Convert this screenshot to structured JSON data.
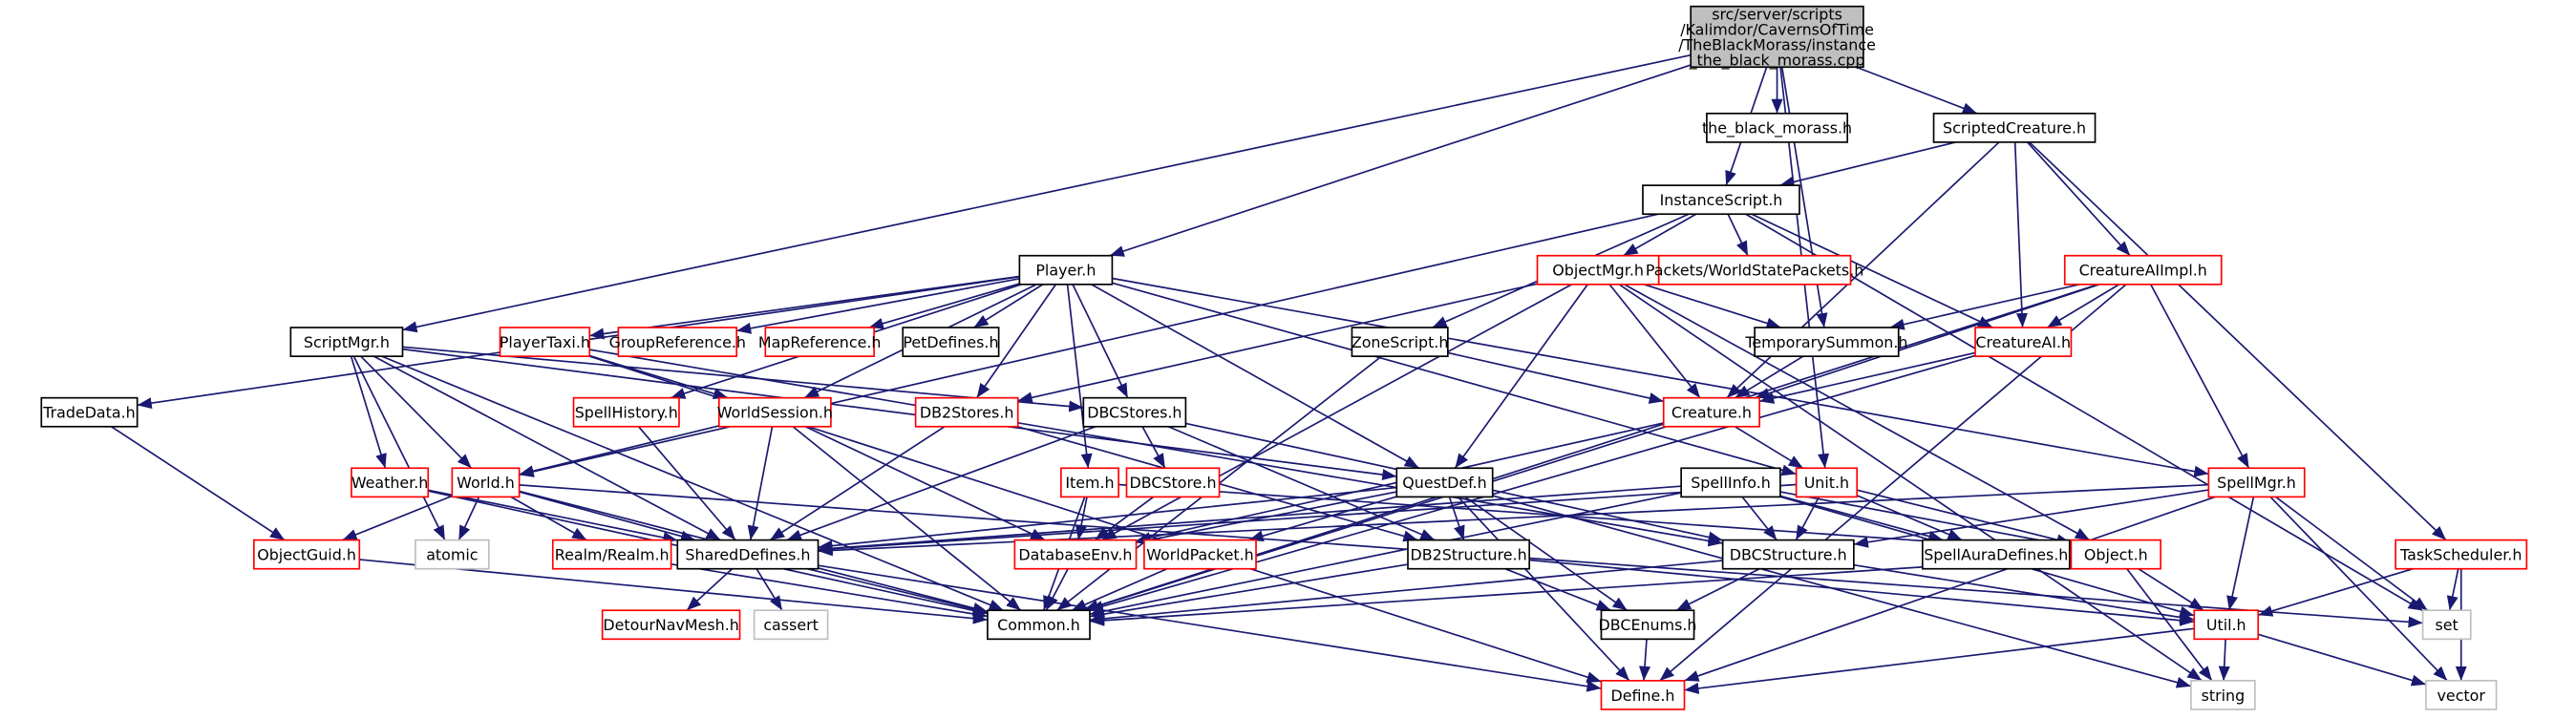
{
  "colors": {
    "edge": "#191970",
    "border_black": "#000000",
    "border_red": "#ff0000",
    "border_gray": "#bfbfbf",
    "root_fill": "#bfbfbf",
    "node_fill": "#ffffff"
  },
  "nodes": [
    {
      "id": "root",
      "lines": [
        "src/server/scripts",
        "/Kalimdor/CavernsOfTime",
        "/TheBlackMorass/instance",
        "_the_black_morass.cpp"
      ],
      "style": "root"
    },
    {
      "id": "the_black_morass",
      "label": "the_black_morass.h",
      "style": "black"
    },
    {
      "id": "scriptedcreature",
      "label": "ScriptedCreature.h",
      "style": "black"
    },
    {
      "id": "instancescript",
      "label": "InstanceScript.h",
      "style": "black"
    },
    {
      "id": "player",
      "label": "Player.h",
      "style": "black"
    },
    {
      "id": "objectmgr",
      "label": "ObjectMgr.h",
      "style": "red"
    },
    {
      "id": "worldstatepackets",
      "label": "Packets/WorldStatePackets.h",
      "style": "red"
    },
    {
      "id": "creatureaiimpl",
      "label": "CreatureAIImpl.h",
      "style": "red"
    },
    {
      "id": "scriptmgr",
      "label": "ScriptMgr.h",
      "style": "black"
    },
    {
      "id": "playertaxi",
      "label": "PlayerTaxi.h",
      "style": "red"
    },
    {
      "id": "groupreference",
      "label": "GroupReference.h",
      "style": "red"
    },
    {
      "id": "mapreference",
      "label": "MapReference.h",
      "style": "red"
    },
    {
      "id": "petdefines",
      "label": "PetDefines.h",
      "style": "black"
    },
    {
      "id": "zonescript",
      "label": "ZoneScript.h",
      "style": "black"
    },
    {
      "id": "temporarysummon",
      "label": "TemporarySummon.h",
      "style": "black"
    },
    {
      "id": "creatureai",
      "label": "CreatureAI.h",
      "style": "red"
    },
    {
      "id": "tradedata",
      "label": "TradeData.h",
      "style": "black"
    },
    {
      "id": "spellhistory",
      "label": "SpellHistory.h",
      "style": "red"
    },
    {
      "id": "worldsession",
      "label": "WorldSession.h",
      "style": "red"
    },
    {
      "id": "db2stores",
      "label": "DB2Stores.h",
      "style": "red"
    },
    {
      "id": "dbcstores",
      "label": "DBCStores.h",
      "style": "black"
    },
    {
      "id": "creature",
      "label": "Creature.h",
      "style": "red"
    },
    {
      "id": "spellmgr",
      "label": "SpellMgr.h",
      "style": "red"
    },
    {
      "id": "weather",
      "label": "Weather.h",
      "style": "red"
    },
    {
      "id": "world",
      "label": "World.h",
      "style": "red"
    },
    {
      "id": "item",
      "label": "Item.h",
      "style": "red"
    },
    {
      "id": "dbcstore",
      "label": "DBCStore.h",
      "style": "red"
    },
    {
      "id": "questdef",
      "label": "QuestDef.h",
      "style": "black"
    },
    {
      "id": "unit",
      "label": "Unit.h",
      "style": "red"
    },
    {
      "id": "spellinfo",
      "label": "SpellInfo.h",
      "style": "black"
    },
    {
      "id": "objectguid",
      "label": "ObjectGuid.h",
      "style": "red"
    },
    {
      "id": "atomic",
      "label": "atomic",
      "style": "gray"
    },
    {
      "id": "realm",
      "label": "Realm/Realm.h",
      "style": "red"
    },
    {
      "id": "shareddefines",
      "label": "SharedDefines.h",
      "style": "black"
    },
    {
      "id": "databaseenv",
      "label": "DatabaseEnv.h",
      "style": "red"
    },
    {
      "id": "worldpacket",
      "label": "WorldPacket.h",
      "style": "red"
    },
    {
      "id": "db2structure",
      "label": "DB2Structure.h",
      "style": "black"
    },
    {
      "id": "dbcstructure",
      "label": "DBCStructure.h",
      "style": "black"
    },
    {
      "id": "spellauradefines",
      "label": "SpellAuraDefines.h",
      "style": "black"
    },
    {
      "id": "object",
      "label": "Object.h",
      "style": "red"
    },
    {
      "id": "taskscheduler",
      "label": "TaskScheduler.h",
      "style": "red"
    },
    {
      "id": "detournavmesh",
      "label": "DetourNavMesh.h",
      "style": "red"
    },
    {
      "id": "cassert",
      "label": "cassert",
      "style": "gray"
    },
    {
      "id": "common",
      "label": "Common.h",
      "style": "black"
    },
    {
      "id": "dbcenums",
      "label": "DBCEnums.h",
      "style": "black"
    },
    {
      "id": "util",
      "label": "Util.h",
      "style": "red"
    },
    {
      "id": "set",
      "label": "set",
      "style": "gray"
    },
    {
      "id": "define",
      "label": "Define.h",
      "style": "red"
    },
    {
      "id": "string",
      "label": "string",
      "style": "gray"
    },
    {
      "id": "vector",
      "label": "vector",
      "style": "gray"
    }
  ],
  "edges": [
    [
      "root",
      "the_black_morass"
    ],
    [
      "root",
      "scriptedcreature"
    ],
    [
      "root",
      "instancescript"
    ],
    [
      "root",
      "player"
    ],
    [
      "root",
      "scriptmgr"
    ],
    [
      "root",
      "temporarysummon"
    ],
    [
      "root",
      "unit"
    ],
    [
      "scriptedcreature",
      "instancescript"
    ],
    [
      "scriptedcreature",
      "creatureaiimpl"
    ],
    [
      "scriptedcreature",
      "creatureai"
    ],
    [
      "scriptedcreature",
      "creature"
    ],
    [
      "scriptedcreature",
      "taskscheduler"
    ],
    [
      "instancescript",
      "objectmgr"
    ],
    [
      "instancescript",
      "worldstatepackets"
    ],
    [
      "instancescript",
      "zonescript"
    ],
    [
      "instancescript",
      "creatureai"
    ],
    [
      "instancescript",
      "world"
    ],
    [
      "instancescript",
      "set"
    ],
    [
      "player",
      "playertaxi"
    ],
    [
      "player",
      "groupreference"
    ],
    [
      "player",
      "mapreference"
    ],
    [
      "player",
      "petdefines"
    ],
    [
      "player",
      "tradedata"
    ],
    [
      "player",
      "spellhistory"
    ],
    [
      "player",
      "worldsession"
    ],
    [
      "player",
      "db2stores"
    ],
    [
      "player",
      "dbcstores"
    ],
    [
      "player",
      "questdef"
    ],
    [
      "player",
      "item"
    ],
    [
      "player",
      "unit"
    ],
    [
      "player",
      "spellmgr"
    ],
    [
      "objectmgr",
      "temporarysummon"
    ],
    [
      "objectmgr",
      "creature"
    ],
    [
      "objectmgr",
      "questdef"
    ],
    [
      "objectmgr",
      "object"
    ],
    [
      "objectmgr",
      "databaseenv"
    ],
    [
      "objectmgr",
      "db2stores"
    ],
    [
      "objectmgr",
      "string"
    ],
    [
      "creatureaiimpl",
      "temporarysummon"
    ],
    [
      "creatureaiimpl",
      "creatureai"
    ],
    [
      "creatureaiimpl",
      "spellmgr"
    ],
    [
      "creatureaiimpl",
      "define"
    ],
    [
      "creatureaiimpl",
      "common"
    ],
    [
      "creatureaiimpl",
      "creature"
    ],
    [
      "scriptmgr",
      "weather"
    ],
    [
      "scriptmgr",
      "world"
    ],
    [
      "scriptmgr",
      "atomic"
    ],
    [
      "scriptmgr",
      "shareddefines"
    ],
    [
      "scriptmgr",
      "common"
    ],
    [
      "scriptmgr",
      "dbcstores"
    ],
    [
      "scriptmgr",
      "questdef"
    ],
    [
      "playertaxi",
      "worldsession"
    ],
    [
      "playertaxi",
      "define"
    ],
    [
      "playertaxi",
      "dbcstructure"
    ],
    [
      "zonescript",
      "creature"
    ],
    [
      "zonescript",
      "common"
    ],
    [
      "temporarysummon",
      "creature"
    ],
    [
      "creatureai",
      "creature"
    ],
    [
      "creatureai",
      "common"
    ],
    [
      "tradedata",
      "objectguid"
    ],
    [
      "spellhistory",
      "shareddefines"
    ],
    [
      "worldsession",
      "world"
    ],
    [
      "worldsession",
      "shareddefines"
    ],
    [
      "worldsession",
      "common"
    ],
    [
      "worldsession",
      "databaseenv"
    ],
    [
      "db2stores",
      "shareddefines"
    ],
    [
      "db2stores",
      "db2structure"
    ],
    [
      "dbcstores",
      "dbcstore"
    ],
    [
      "dbcstores",
      "shareddefines"
    ],
    [
      "dbcstores",
      "dbcstructure"
    ],
    [
      "dbcstores",
      "db2structure"
    ],
    [
      "creature",
      "unit"
    ],
    [
      "creature",
      "databaseenv"
    ],
    [
      "creature",
      "common"
    ],
    [
      "spellmgr",
      "shareddefines"
    ],
    [
      "spellmgr",
      "dbcstructure"
    ],
    [
      "spellmgr",
      "util"
    ],
    [
      "spellmgr",
      "set"
    ],
    [
      "spellmgr",
      "define"
    ],
    [
      "spellmgr",
      "vector"
    ],
    [
      "weather",
      "shareddefines"
    ],
    [
      "weather",
      "common"
    ],
    [
      "world",
      "objectguid"
    ],
    [
      "world",
      "atomic"
    ],
    [
      "world",
      "realm"
    ],
    [
      "world",
      "shareddefines"
    ],
    [
      "world",
      "common"
    ],
    [
      "world",
      "set"
    ],
    [
      "item",
      "databaseenv"
    ],
    [
      "item",
      "common"
    ],
    [
      "item",
      "object"
    ],
    [
      "dbcstore",
      "databaseenv"
    ],
    [
      "questdef",
      "shareddefines"
    ],
    [
      "questdef",
      "databaseenv"
    ],
    [
      "questdef",
      "worldpacket"
    ],
    [
      "questdef",
      "db2structure"
    ],
    [
      "questdef",
      "dbcenums"
    ],
    [
      "questdef",
      "define"
    ],
    [
      "questdef",
      "string"
    ],
    [
      "unit",
      "object"
    ],
    [
      "unit",
      "spellauradefines"
    ],
    [
      "unit",
      "dbcstructure"
    ],
    [
      "unit",
      "shareddefines"
    ],
    [
      "spellinfo",
      "shareddefines"
    ],
    [
      "spellinfo",
      "dbcstructure"
    ],
    [
      "spellinfo",
      "spellauradefines"
    ],
    [
      "spellinfo",
      "object"
    ],
    [
      "spellinfo",
      "util"
    ],
    [
      "spellinfo",
      "common"
    ],
    [
      "objectguid",
      "common"
    ],
    [
      "realm",
      "common"
    ],
    [
      "shareddefines",
      "detournavmesh"
    ],
    [
      "shareddefines",
      "cassert"
    ],
    [
      "shareddefines",
      "common"
    ],
    [
      "shareddefines",
      "define"
    ],
    [
      "databaseenv",
      "common"
    ],
    [
      "worldpacket",
      "common"
    ],
    [
      "db2structure",
      "dbcenums"
    ],
    [
      "db2structure",
      "common"
    ],
    [
      "db2structure",
      "util"
    ],
    [
      "dbcstructure",
      "dbcenums"
    ],
    [
      "dbcstructure",
      "common"
    ],
    [
      "dbcstructure",
      "util"
    ],
    [
      "object",
      "common"
    ],
    [
      "object",
      "util"
    ],
    [
      "object",
      "string"
    ],
    [
      "taskscheduler",
      "util"
    ],
    [
      "taskscheduler",
      "set"
    ],
    [
      "taskscheduler",
      "vector"
    ],
    [
      "dbcenums",
      "define"
    ],
    [
      "util",
      "define"
    ],
    [
      "util",
      "string"
    ],
    [
      "util",
      "vector"
    ]
  ]
}
